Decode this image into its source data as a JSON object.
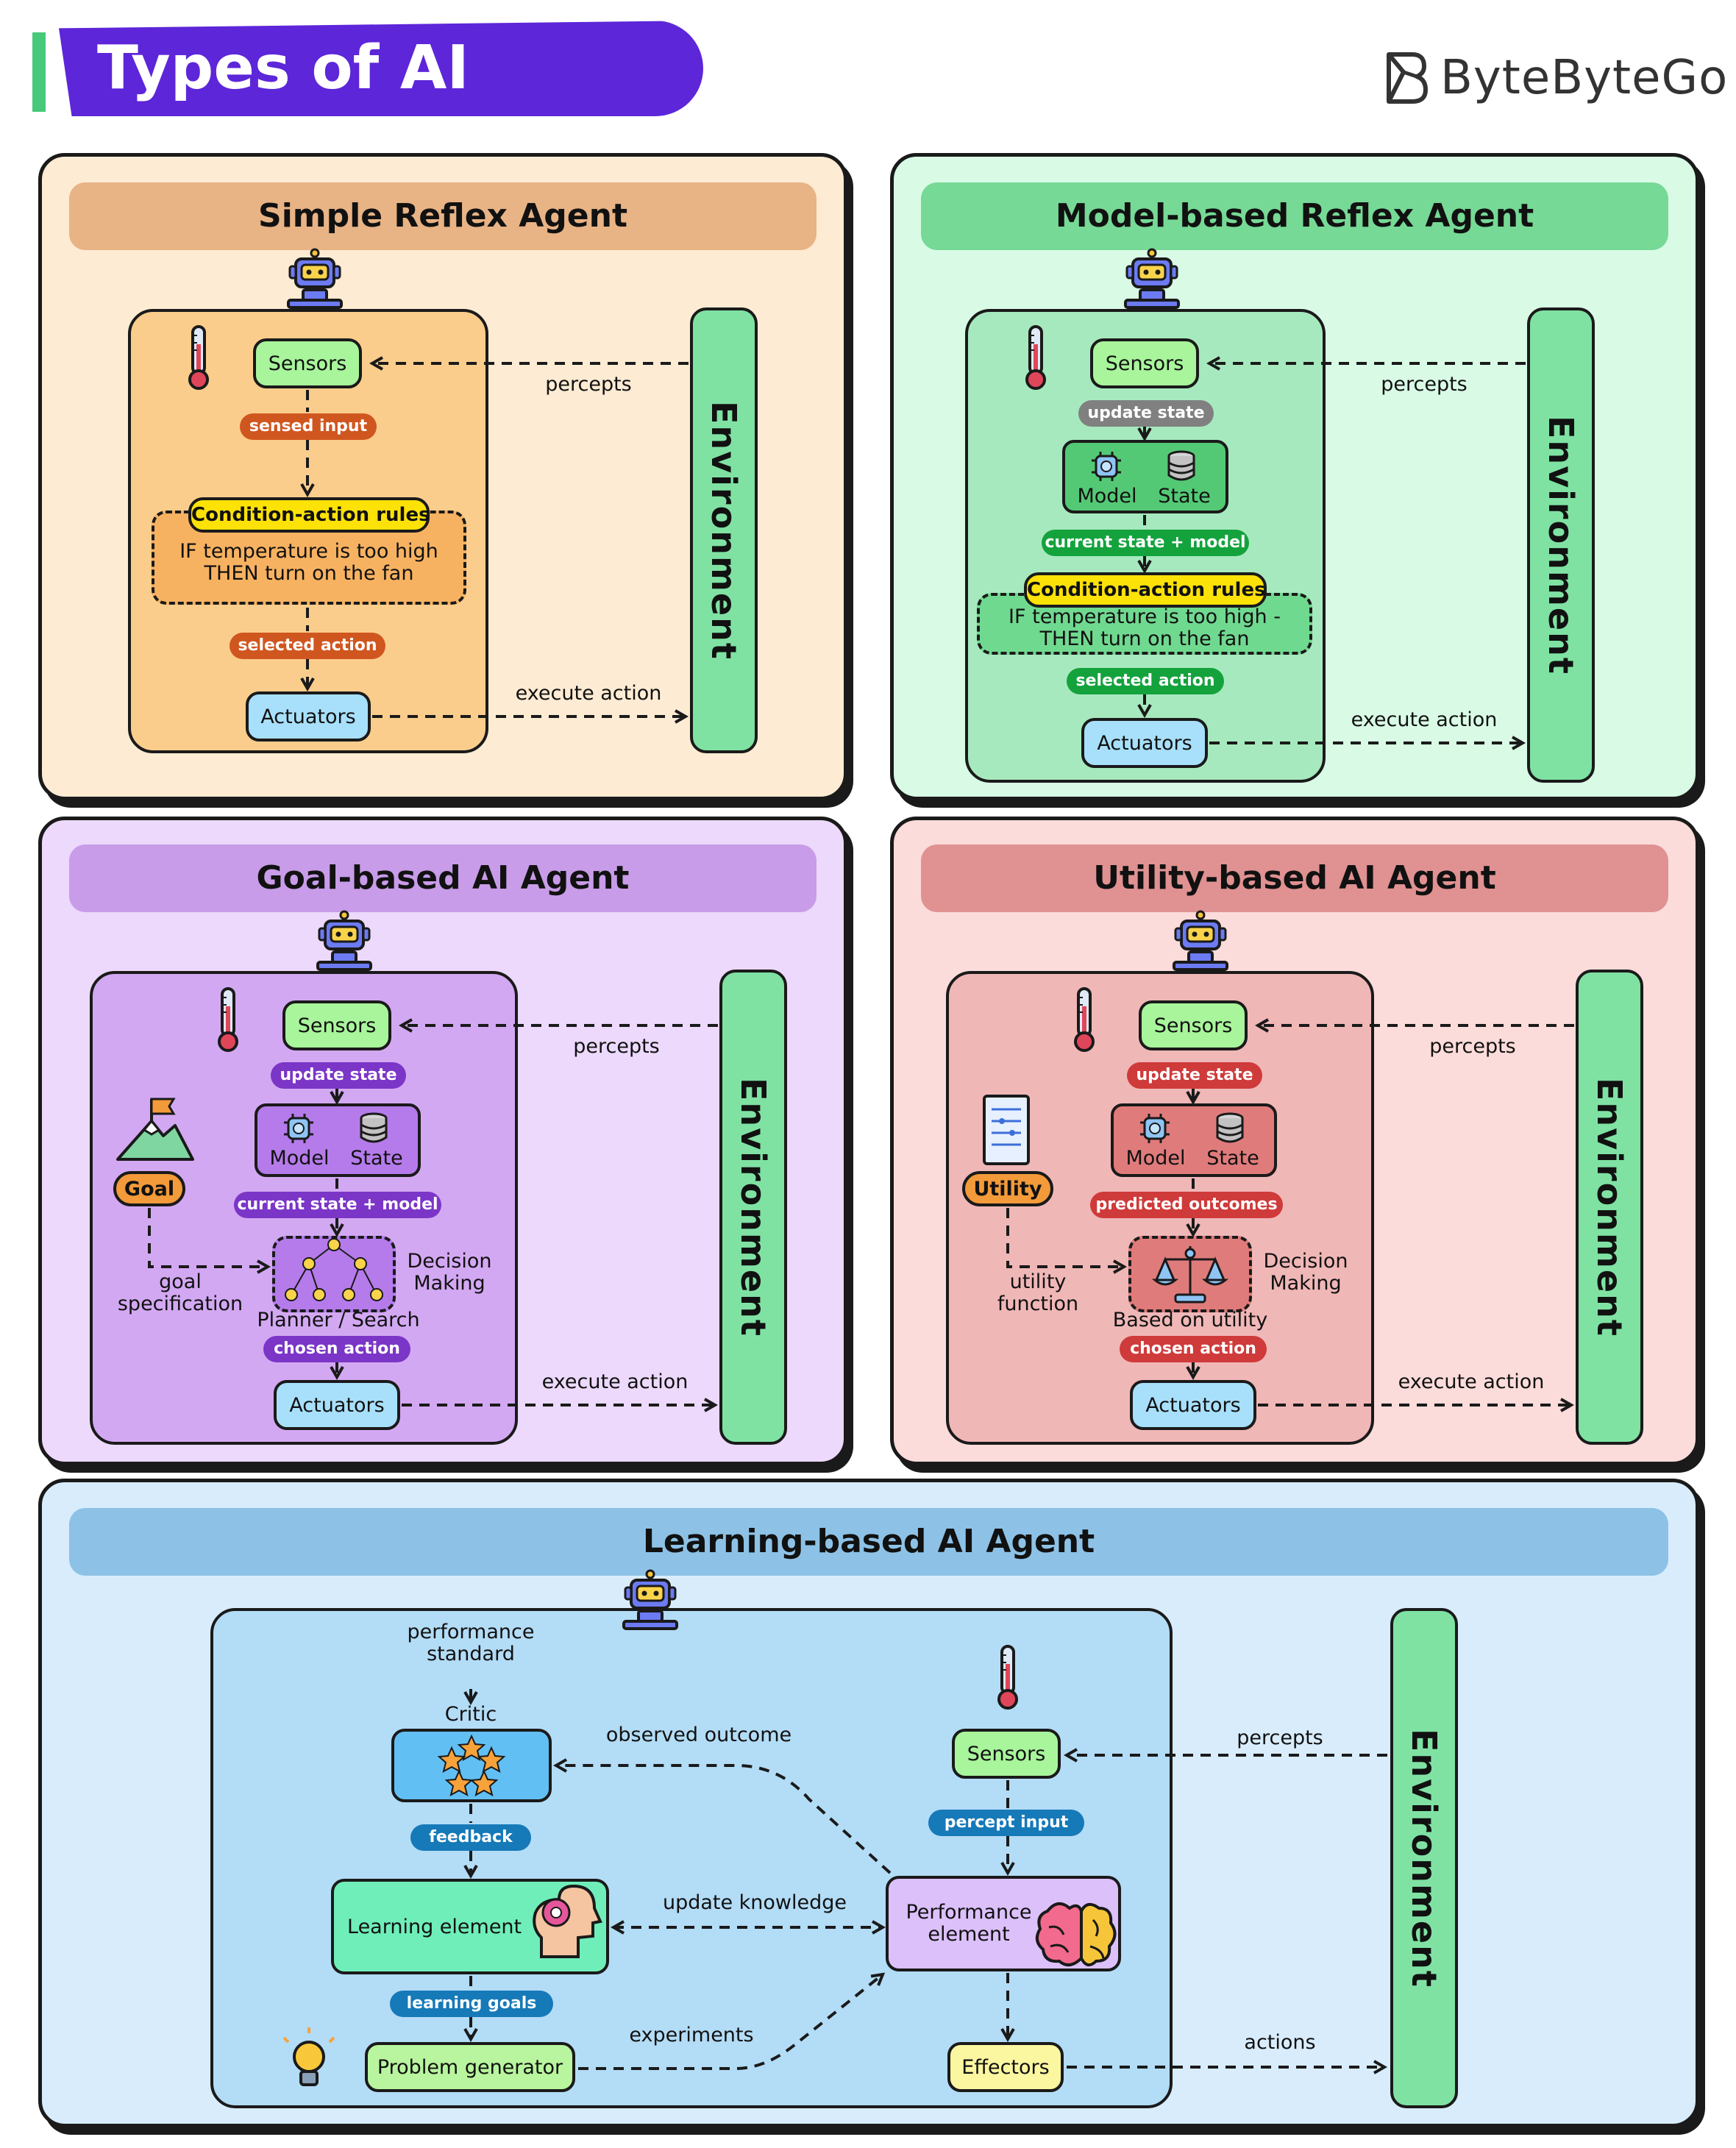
{
  "title": "Types of AI Agents",
  "brand": "ByteByteGo",
  "colors": {
    "title_bg": "#5d26d9",
    "environment": "#7fe2a3",
    "sensors": "#a8f59b",
    "actuators": "#a8e0fb",
    "rules": "#fde208"
  },
  "simple": {
    "title": "Simple Reflex Agent",
    "sensors": "Sensors",
    "sensed_input": "sensed input",
    "rules_title": "Condition-action rules",
    "rules_text": "IF temperature is too high THEN turn on the fan",
    "selected_action": "selected action",
    "actuators": "Actuators",
    "percepts": "percepts",
    "execute_action": "execute action",
    "environment": "Environment"
  },
  "model": {
    "title": "Model-based Reflex Agent",
    "sensors": "Sensors",
    "update_state": "update state",
    "model": "Model",
    "state": "State",
    "current_state_model": "current state + model",
    "rules_title": "Condition-action rules",
    "rules_text": "IF temperature is too high - THEN turn on the fan",
    "selected_action": "selected action",
    "actuators": "Actuators",
    "percepts": "percepts",
    "execute_action": "execute action",
    "environment": "Environment"
  },
  "goal": {
    "title": "Goal-based AI Agent",
    "sensors": "Sensors",
    "update_state": "update state",
    "model": "Model",
    "state": "State",
    "current_state_model": "current state + model",
    "goal": "Goal",
    "goal_spec": "goal specification",
    "planner": "Planner / Search",
    "decision": "Decision Making",
    "chosen_action": "chosen action",
    "actuators": "Actuators",
    "percepts": "percepts",
    "execute_action": "execute action",
    "environment": "Environment"
  },
  "utility": {
    "title": "Utility-based AI Agent",
    "sensors": "Sensors",
    "update_state": "update state",
    "model": "Model",
    "state": "State",
    "predicted_outcomes": "predicted outcomes",
    "utility": "Utility",
    "utility_function": "utility function",
    "based_on_utility": "Based on utility",
    "decision": "Decision Making",
    "chosen_action": "chosen action",
    "actuators": "Actuators",
    "percepts": "percepts",
    "execute_action": "execute action",
    "environment": "Environment"
  },
  "learning": {
    "title": "Learning-based AI Agent",
    "performance_standard": "performance standard",
    "critic": "Critic",
    "feedback": "feedback",
    "learning_element": "Learning element",
    "learning_goals": "learning goals",
    "problem_generator": "Problem generator",
    "observed_outcome": "observed outcome",
    "update_knowledge": "update knowledge",
    "experiments": "experiments",
    "sensors": "Sensors",
    "percept_input": "percept input",
    "performance_element": "Performance element",
    "effectors": "Effectors",
    "percepts": "percepts",
    "actions": "actions",
    "environment": "Environment"
  }
}
